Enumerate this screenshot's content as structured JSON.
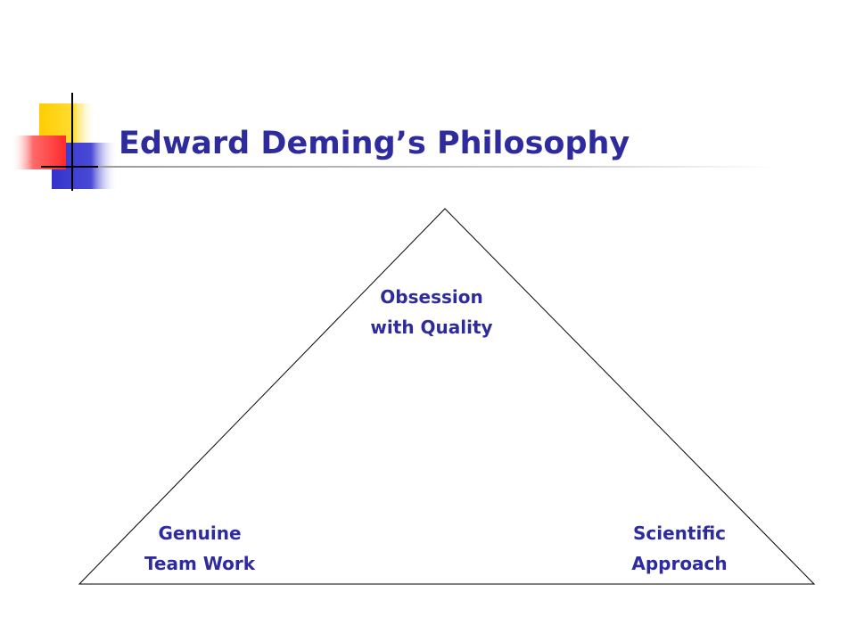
{
  "slide": {
    "title": "Edward Deming’s Philosophy"
  },
  "diagram": {
    "type": "triangle",
    "vertices": {
      "top": {
        "lines": [
          "Obsession",
          "with Quality"
        ]
      },
      "bottom_left": {
        "lines": [
          "Genuine",
          "Team Work"
        ]
      },
      "bottom_right": {
        "lines": [
          "Scientific",
          "Approach"
        ]
      }
    },
    "colors": {
      "text": "#2e2b9e",
      "outline": "#000000",
      "logo_yellow": "#ffcc00",
      "logo_blue": "#3333cc",
      "logo_red": "#ff3333"
    }
  }
}
